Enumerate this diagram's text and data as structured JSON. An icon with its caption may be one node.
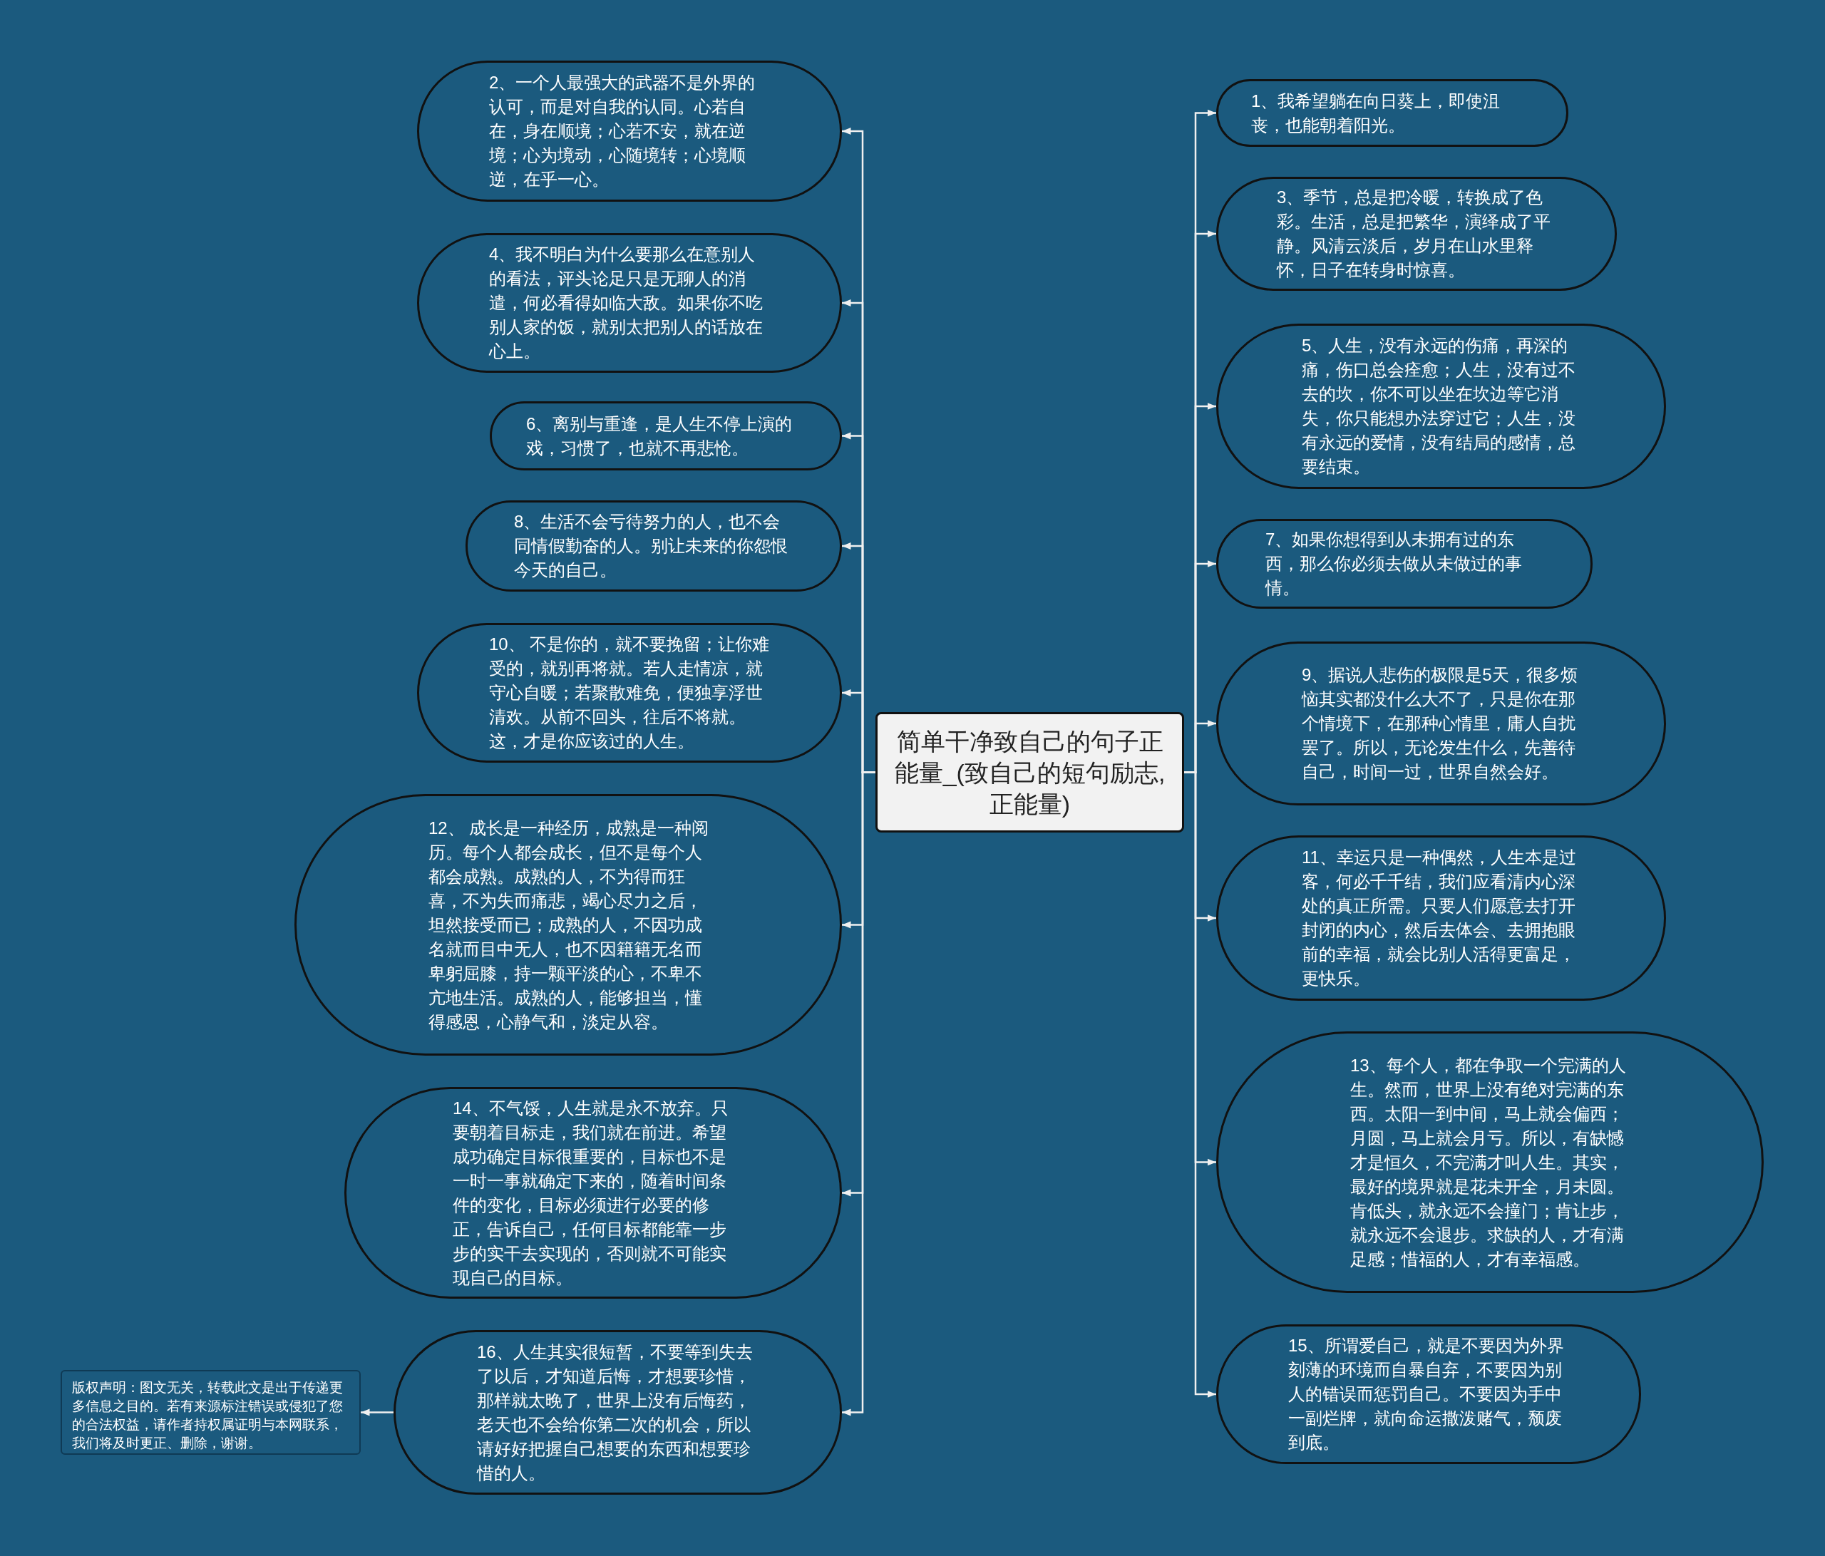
{
  "diagram": {
    "nodes": [
      {
        "text": [
          "简单干净致自己的句子正能量_(致自己的短句励志,正能量)"
        ]
      },
      {
        "text": [
          "1、我希望躺在向日葵上，即使沮丧，也能朝着阳光。"
        ]
      },
      {
        "text": [
          "2、一个人最强大的武器不是外界的认可，而是对自我的认同。心若自在，身在顺境；心若不安，就在逆境；心为境动，心随境转；心境顺逆，在乎一心。"
        ]
      },
      {
        "text": [
          "3、季节，总是把冷暖，转换成了色彩。生活，总是把繁华，演绎成了平静。风清云淡后，岁月在山水里释怀，日子在转身时惊喜。"
        ]
      },
      {
        "text": [
          "4、我不明白为什么要那么在意别人的看法，评头论足只是无聊人的消遣，何必看得如临大敌。如果你不吃别人家的饭，就别太把别人的话放在心上。"
        ]
      },
      {
        "text": [
          "5、人生，没有永远的伤痛，再深的痛，伤口总会痊愈；人生，没有过不去的坎，你不可以坐在坎边等它消失，你只能想办法穿过它；人生，没有永远的爱情，没有结局的感情，总要结束。"
        ]
      },
      {
        "text": [
          "6、离别与重逢，是人生不停上演的戏，习惯了，也就不再悲怆。"
        ]
      },
      {
        "text": [
          "7、如果你想得到从未拥有过的东西，那么你必须去做从未做过的事情。"
        ]
      },
      {
        "text": [
          "8、生活不会亏待努力的人，也不会同情假勤奋的人。别让未来的你怨恨今天的自己。"
        ]
      },
      {
        "text": [
          "9、据说人悲伤的极限是5天，很多烦恼其实都没什么大不了，只是你在那个情境下，在那种心情里，庸人自扰罢了。所以，无论发生什么，先善待自己，时间一过，世界自然会好。"
        ]
      },
      {
        "text": [
          "10、 不是你的，就不要挽留；让你难受的，就别再将就。若人走情凉，就守心自暖；若聚散难免，便独享浮世清欢。从前不回头，往后不将就。这，才是你应该过的人生。"
        ]
      },
      {
        "text": [
          "11、幸运只是一种偶然，人生本是过客，何必千千结，我们应看清内心深处的真正所需。只要人们愿意去打开封闭的内心，然后去体会、去拥抱眼前的幸福，就会比别人活得更富足，更快乐。"
        ]
      },
      {
        "text": [
          "12、 成长是一种经历，成熟是一种阅历。每个人都会成长，但不是每个人都会成熟。成熟的人，不为得而狂喜，不为失而痛悲，竭心尽力之后，坦然接受而已；成熟的人，不因功成名就而目中无人，也不因籍籍无名而卑躬屈膝，持一颗平淡的心，不卑不亢地生活。成熟的人，能够担当，懂得感恩，心静气和，淡定从容。"
        ]
      },
      {
        "text": [
          "13、每个人，都在争取一个完满的人生。然而，世界上没有绝对完满的东西。太阳一到中间，马上就会偏西；月圆，马上就会月亏。所以，有缺憾才是恒久，不完满才叫人生。其实，最好的境界就是花未开全，月未圆。肯低头，就永远不会撞门；肯让步，就永远不会退步。求缺的人，才有满足感；惜福的人，才有幸福感。"
        ]
      },
      {
        "text": [
          "14、不气馁，人生就是永不放弃。只要朝着目标走，我们就在前进。希望成功确定目标很重要的，目标也不是一时一事就确定下来的，随着时间条件的变化，目标必须进行必要的修正，告诉自己，任何目标都能靠一步步的实干去实现的，否则就不可能实现自己的目标。"
        ]
      },
      {
        "text": [
          "15、所谓爱自己，就是不要因为外界刻薄的环境而自暴自弃，不要因为别人的错误而惩罚自己。不要因为手中一副烂牌，就向命运撒泼赌气，颓废到底。"
        ]
      },
      {
        "text": [
          "16、人生其实很短暂，不要等到失去了以后，才知道后悔，才想要珍惜，那样就太晚了，世界上没有后悔药，老天也不会给你第二次的机会，所以请好好把握自己想要的东西和想要珍惜的人。"
        ]
      },
      {
        "text": [
          "版权声明：图文无关，转载此文是出于传递更多信息之目的。若有来源标注错误或侵犯了您的合法权益，请作者持权属证明与本网联系，我们将及时更正、删除，谢谢。"
        ]
      }
    ],
    "edges": [
      {
        "from": 0,
        "to": 1,
        "arrow": "to"
      },
      {
        "from": 0,
        "to": 2,
        "arrow": "to"
      },
      {
        "from": 0,
        "to": 3,
        "arrow": "to"
      },
      {
        "from": 0,
        "to": 4,
        "arrow": "to"
      },
      {
        "from": 0,
        "to": 5,
        "arrow": "to"
      },
      {
        "from": 0,
        "to": 6,
        "arrow": "to"
      },
      {
        "from": 0,
        "to": 7,
        "arrow": "to"
      },
      {
        "from": 0,
        "to": 8,
        "arrow": "to"
      },
      {
        "from": 0,
        "to": 9,
        "arrow": "to"
      },
      {
        "from": 0,
        "to": 10,
        "arrow": "to"
      },
      {
        "from": 0,
        "to": 11,
        "arrow": "to"
      },
      {
        "from": 0,
        "to": 12,
        "arrow": "to"
      },
      {
        "from": 0,
        "to": 13,
        "arrow": "to"
      },
      {
        "from": 0,
        "to": 14,
        "arrow": "to"
      },
      {
        "from": 0,
        "to": 15,
        "arrow": "to"
      },
      {
        "from": 0,
        "to": 16,
        "arrow": "to"
      },
      {
        "from": 16,
        "to": 17,
        "arrow": "to"
      }
    ]
  }
}
